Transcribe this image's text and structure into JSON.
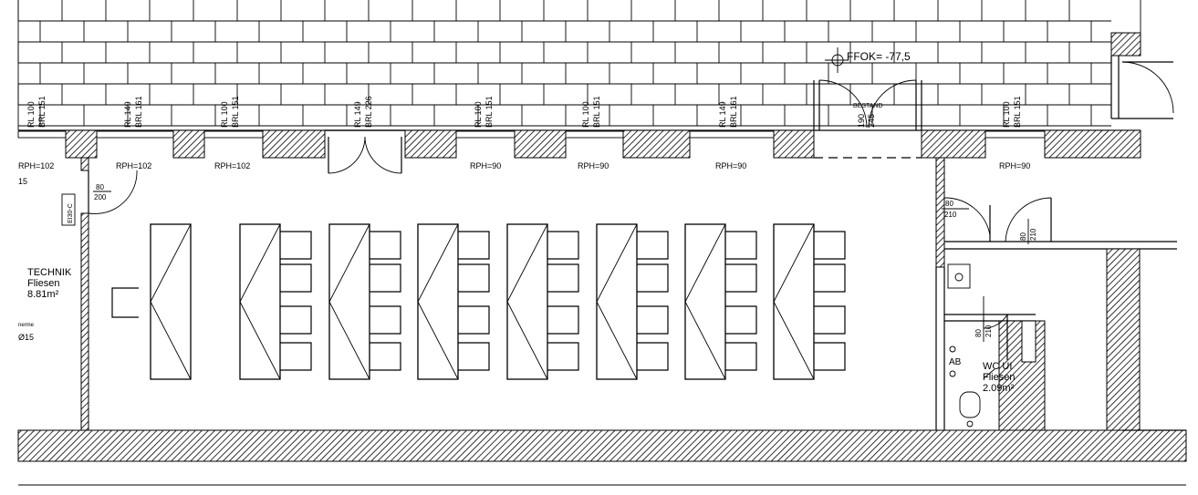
{
  "plan": {
    "ffok": "FFOK= -77,5",
    "bestand": "BESTAND",
    "door_opening": {
      "a": "190",
      "b": "245"
    },
    "windows": [
      {
        "rl": "RL 100",
        "bru": "BRL 151"
      },
      {
        "rl": "RL 149",
        "bru": "BRL 161"
      },
      {
        "rl": "RL 100",
        "bru": "BRL 151"
      },
      {
        "rl": "RL 149",
        "bru": "BRL 226"
      },
      {
        "rl": "RL 100",
        "bru": "BRL 151"
      },
      {
        "rl": "RL 100",
        "bru": "BRL 151"
      },
      {
        "rl": "RL 149",
        "bru": "BRL 161"
      },
      {
        "rl": "RL 100",
        "bru": "BRL 151"
      }
    ],
    "rph": [
      "RPH=102",
      "RPH=102",
      "RPH=102",
      "RPH=90",
      "RPH=90",
      "RPH=90",
      "RPH=90"
    ],
    "left_edge": {
      "code": "15",
      "note": "nerme",
      "dia": "Ø15"
    },
    "door_left": {
      "w": "80",
      "h": "200"
    },
    "door_tag": "EI30-C",
    "room_technik": {
      "name": "TECHNIK",
      "floor": "Fliesen",
      "area": "8.81m²"
    },
    "door_right1": {
      "w": "80",
      "h": "210"
    },
    "door_right2": {
      "w": "80",
      "h": "210"
    },
    "door_wc": {
      "w": "80",
      "h": "210"
    },
    "ab": "AB",
    "room_wc": {
      "name": "WC UI",
      "floor": "Fliesen",
      "area": "2.09m²"
    }
  }
}
